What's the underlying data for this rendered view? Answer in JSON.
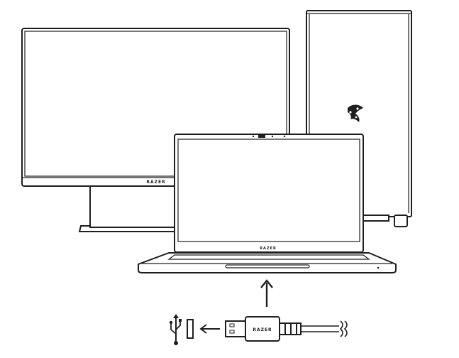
{
  "devices": {
    "monitor": {
      "brand": "RAZER"
    },
    "laptop": {
      "brand": "RAZER"
    },
    "desktop_tower": {
      "logo": "razer-snake-logo"
    },
    "usb_cable": {
      "brand": "RAZER"
    }
  },
  "icons": {
    "usb": "usb-symbol",
    "plug_direction_arrow": "arrow-left",
    "connect_arrow": "arrow-up"
  },
  "colors": {
    "line": "#1e1e1e",
    "background": "#ffffff"
  }
}
